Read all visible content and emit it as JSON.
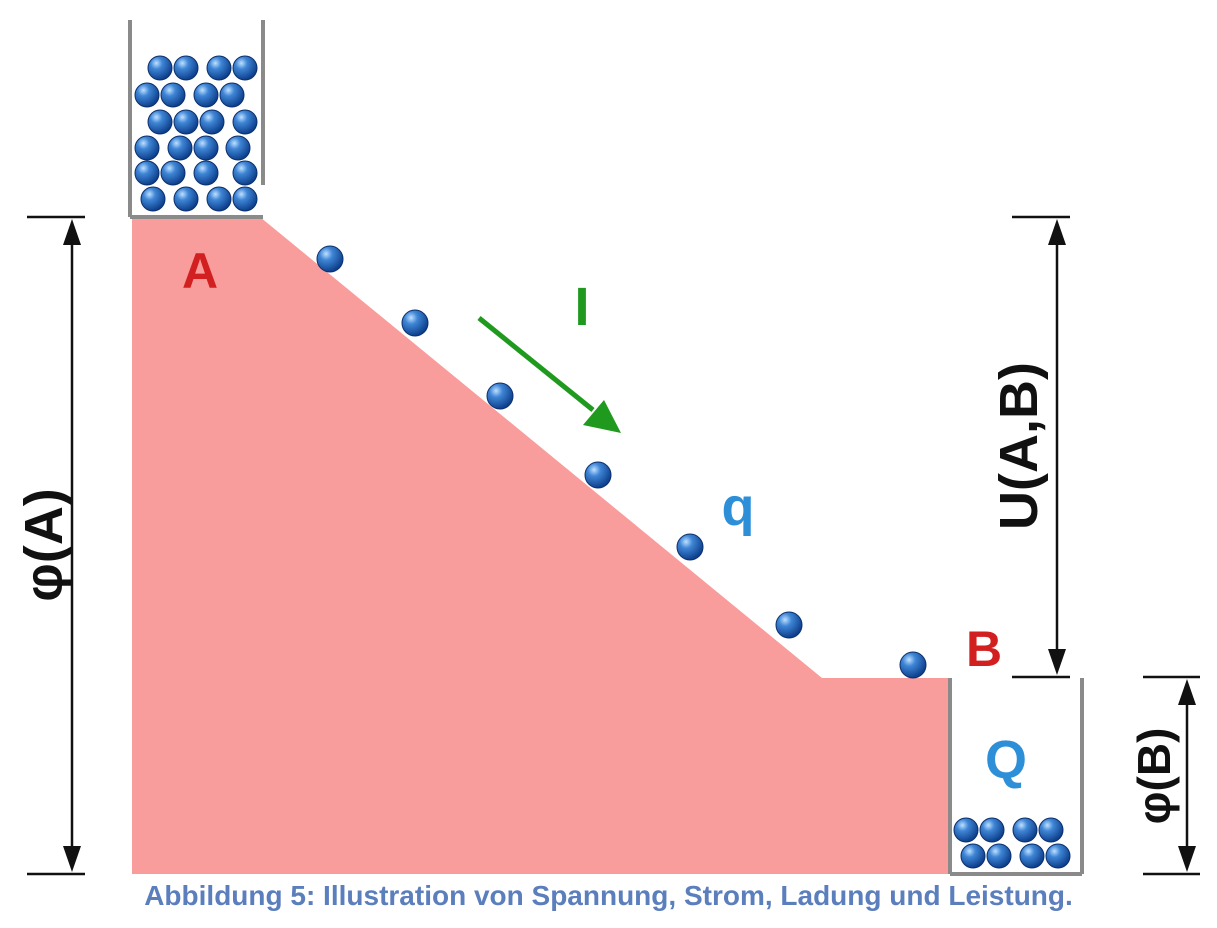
{
  "labels": {
    "point_a": "A",
    "point_b": "B",
    "current": "I",
    "charge": "q",
    "total_charge": "Q",
    "potential_a": "φ(A)",
    "potential_b": "φ(B)",
    "voltage": "U(A,B)"
  },
  "caption": "Abbildung 5: Illustration von Spannung, Strom, Ladung und Leistung.",
  "colors": {
    "slope_fill": "#f99c9c",
    "point_labels": "#d21f1f",
    "current_arrow": "#1f9a1f",
    "charge_labels": "#2d8fd8",
    "ball": "#1f5fb8",
    "container": "#8a8a8a",
    "dimension_lines": "#111111",
    "caption": "#5b7ebd"
  },
  "icons": {
    "charge_ball": "sphere-icon",
    "current_arrow": "arrow-down-right-icon"
  }
}
